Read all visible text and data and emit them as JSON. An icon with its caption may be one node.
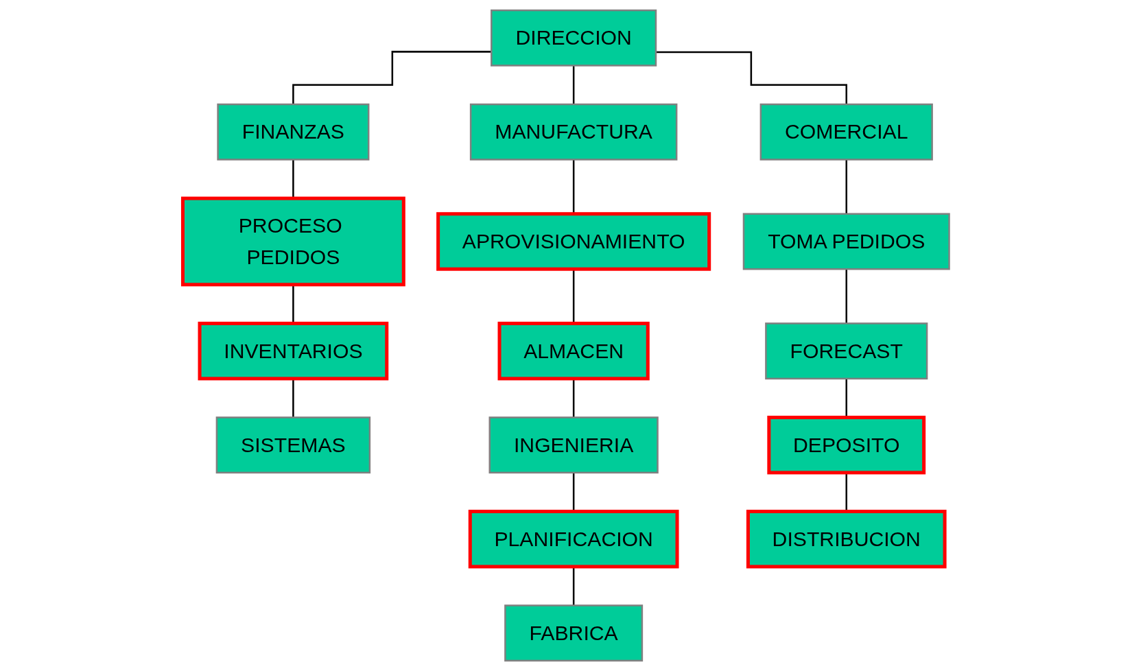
{
  "diagram": {
    "nodes": [
      {
        "text": [
          "DIRECCION"
        ]
      },
      {
        "text": [
          "FINANZAS"
        ]
      },
      {
        "text": [
          "MANUFACTURA"
        ]
      },
      {
        "text": [
          "COMERCIAL"
        ]
      },
      {
        "text": [
          "PROCESO PEDIDOS"
        ]
      },
      {
        "text": [
          "APROVISIONAMIENTO"
        ]
      },
      {
        "text": [
          "TOMA PEDIDOS"
        ]
      },
      {
        "text": [
          "INVENTARIOS"
        ]
      },
      {
        "text": [
          "ALMACEN"
        ]
      },
      {
        "text": [
          "FORECAST"
        ]
      },
      {
        "text": [
          "SISTEMAS"
        ]
      },
      {
        "text": [
          "INGENIERIA"
        ]
      },
      {
        "text": [
          "DEPOSITO"
        ]
      },
      {
        "text": [
          "PLANIFICACION"
        ]
      },
      {
        "text": [
          "DISTRIBUCION"
        ]
      },
      {
        "text": [
          "FABRICA"
        ]
      }
    ],
    "edges": [
      {
        "from": 0,
        "to": 1,
        "arrow": "none"
      },
      {
        "from": 0,
        "to": 2,
        "arrow": "none"
      },
      {
        "from": 0,
        "to": 3,
        "arrow": "none"
      },
      {
        "from": 1,
        "to": 4,
        "arrow": "none"
      },
      {
        "from": 2,
        "to": 5,
        "arrow": "none"
      },
      {
        "from": 3,
        "to": 6,
        "arrow": "none"
      },
      {
        "from": 4,
        "to": 7,
        "arrow": "none"
      },
      {
        "from": 5,
        "to": 8,
        "arrow": "none"
      },
      {
        "from": 6,
        "to": 9,
        "arrow": "none"
      },
      {
        "from": 7,
        "to": 10,
        "arrow": "none"
      },
      {
        "from": 8,
        "to": 11,
        "arrow": "none"
      },
      {
        "from": 9,
        "to": 12,
        "arrow": "none"
      },
      {
        "from": 11,
        "to": 13,
        "arrow": "none"
      },
      {
        "from": 12,
        "to": 14,
        "arrow": "none"
      },
      {
        "from": 13,
        "to": 15,
        "arrow": "none"
      }
    ]
  }
}
